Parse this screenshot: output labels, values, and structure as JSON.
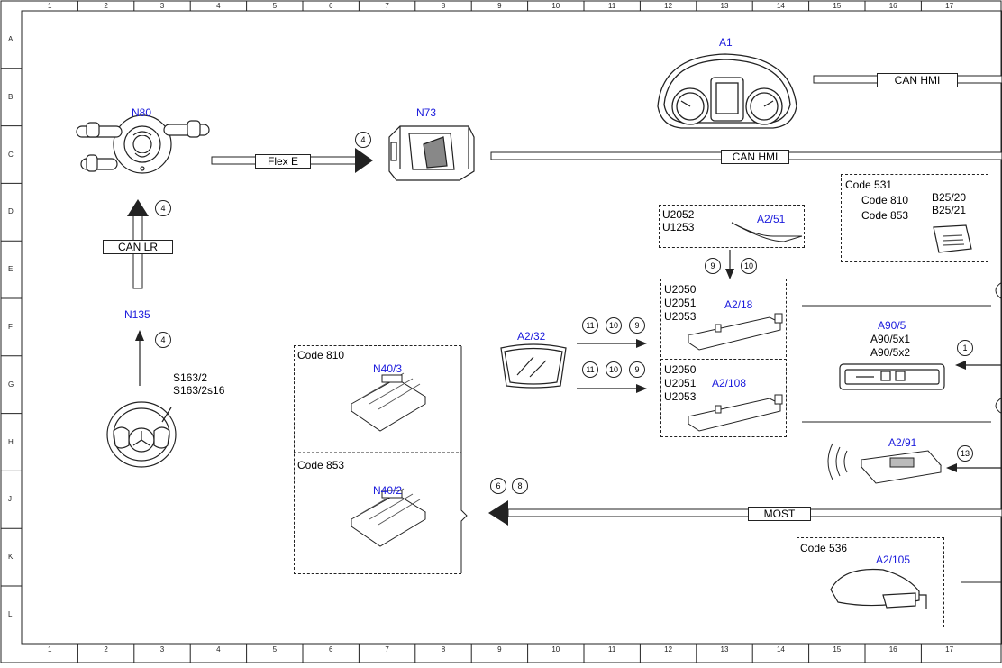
{
  "grid": {
    "columns": [
      "1",
      "2",
      "3",
      "4",
      "5",
      "6",
      "7",
      "8",
      "9",
      "10",
      "11",
      "12",
      "13",
      "14",
      "15",
      "16",
      "17"
    ],
    "rows": [
      "A",
      "B",
      "C",
      "D",
      "E",
      "F",
      "G",
      "H",
      "J",
      "K",
      "L"
    ]
  },
  "components": {
    "a1": "A1",
    "n80": "N80",
    "n73": "N73",
    "n135": "N135",
    "s163": [
      "S163/2",
      "S163/2s16"
    ],
    "n40_3": "N40/3",
    "n40_2": "N40/2",
    "a2_32": "A2/32",
    "a2_51": "A2/51",
    "a2_18": "A2/18",
    "a2_108": "A2/108",
    "a90_5": "A90/5",
    "a90_sub": [
      "A90/5x1",
      "A90/5x2"
    ],
    "a2_91": "A2/91",
    "a2_105": "A2/105",
    "b25": [
      "B25/20",
      "B25/21"
    ]
  },
  "codes": {
    "code531": "Code 531",
    "code810": "Code 810",
    "code853": "Code 853",
    "code536": "Code 536"
  },
  "u_codes": {
    "a2_51": [
      "U2052",
      "U1253"
    ],
    "a2_18": [
      "U2050",
      "U2051",
      "U2053"
    ],
    "a2_108": [
      "U2050",
      "U2051",
      "U2053"
    ]
  },
  "buses": {
    "can_hmi_top": "CAN HMI",
    "can_hmi_mid": "CAN HMI",
    "flex_e": "Flex E",
    "can_lr": "CAN LR",
    "most": "MOST"
  },
  "callouts": {
    "n73_in": "4",
    "n80_in": "4",
    "n135_out": "4",
    "a2_51_a": "9",
    "a2_51_b": "10",
    "a2_18_a": "11",
    "a2_18_b": "10",
    "a2_18_c": "9",
    "a2_108_a": "11",
    "a2_108_b": "10",
    "a2_108_c": "9",
    "a90_in": "1",
    "a2_91_in": "13",
    "most_a": "6",
    "most_b": "8"
  },
  "colors": {
    "label_blue": "#1a1adc",
    "line": "#222222"
  }
}
